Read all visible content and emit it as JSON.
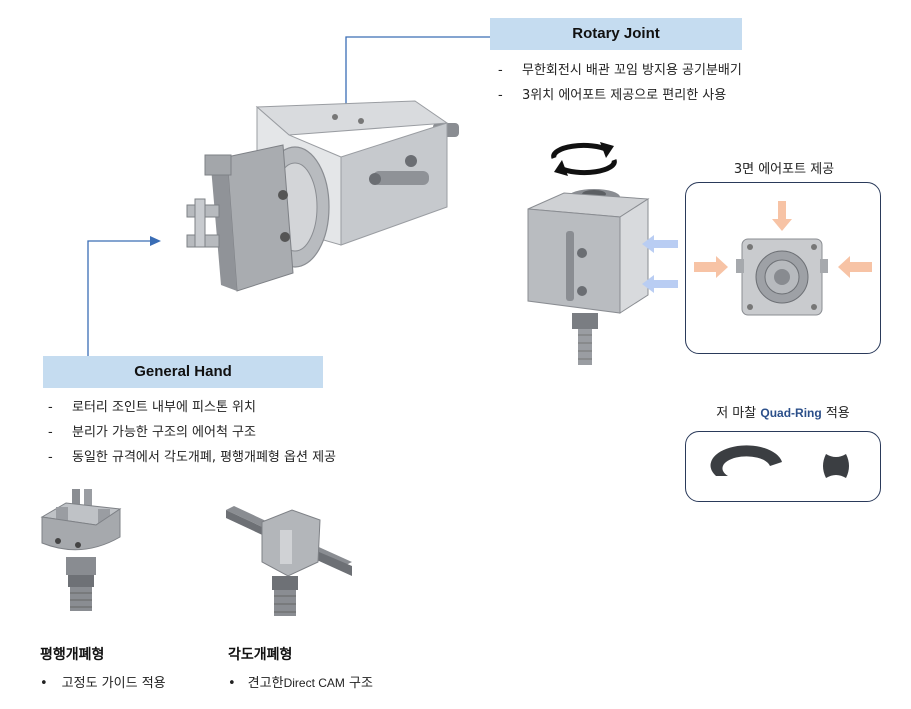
{
  "rotary": {
    "title": "Rotary Joint",
    "bullets": [
      {
        "dash": "-",
        "text": "무한회전시 배관 꼬임 방지용 공기분배기"
      },
      {
        "dash": "-",
        "text": "3위치 에어포트 제공으로 편리한 사용"
      }
    ]
  },
  "general": {
    "title": "General Hand",
    "bullets": [
      {
        "dash": "-",
        "text": "로터리 조인트 내부에 피스톤 위치"
      },
      {
        "dash": "-",
        "text": "분리가 가능한 구조의 에어척 구조"
      },
      {
        "dash": "-",
        "text": "동일한 규격에서 각도개폐, 평행개폐형 옵션 제공"
      }
    ]
  },
  "airport": {
    "caption": "3면 에어포트 제공"
  },
  "quad": {
    "caption_prefix": "저 마찰 ",
    "caption_brand": "Quad-Ring",
    "caption_suffix": " 적용"
  },
  "parallel": {
    "title": "평행개폐형",
    "bullet": "•",
    "note": "고정도 가이드 적용"
  },
  "angular": {
    "title": "각도개폐형",
    "bullet": "•",
    "note_prefix": "견고한",
    "note_en": "Direct CAM",
    "note_suffix": " 구조"
  },
  "colors": {
    "banner": "#c5dcf0",
    "connector": "#3a6db5",
    "arrow_in_blue": "#b9cdf3",
    "arrow_in_orange": "#f7c3a5",
    "quad_brand": "#2b4f8a"
  }
}
